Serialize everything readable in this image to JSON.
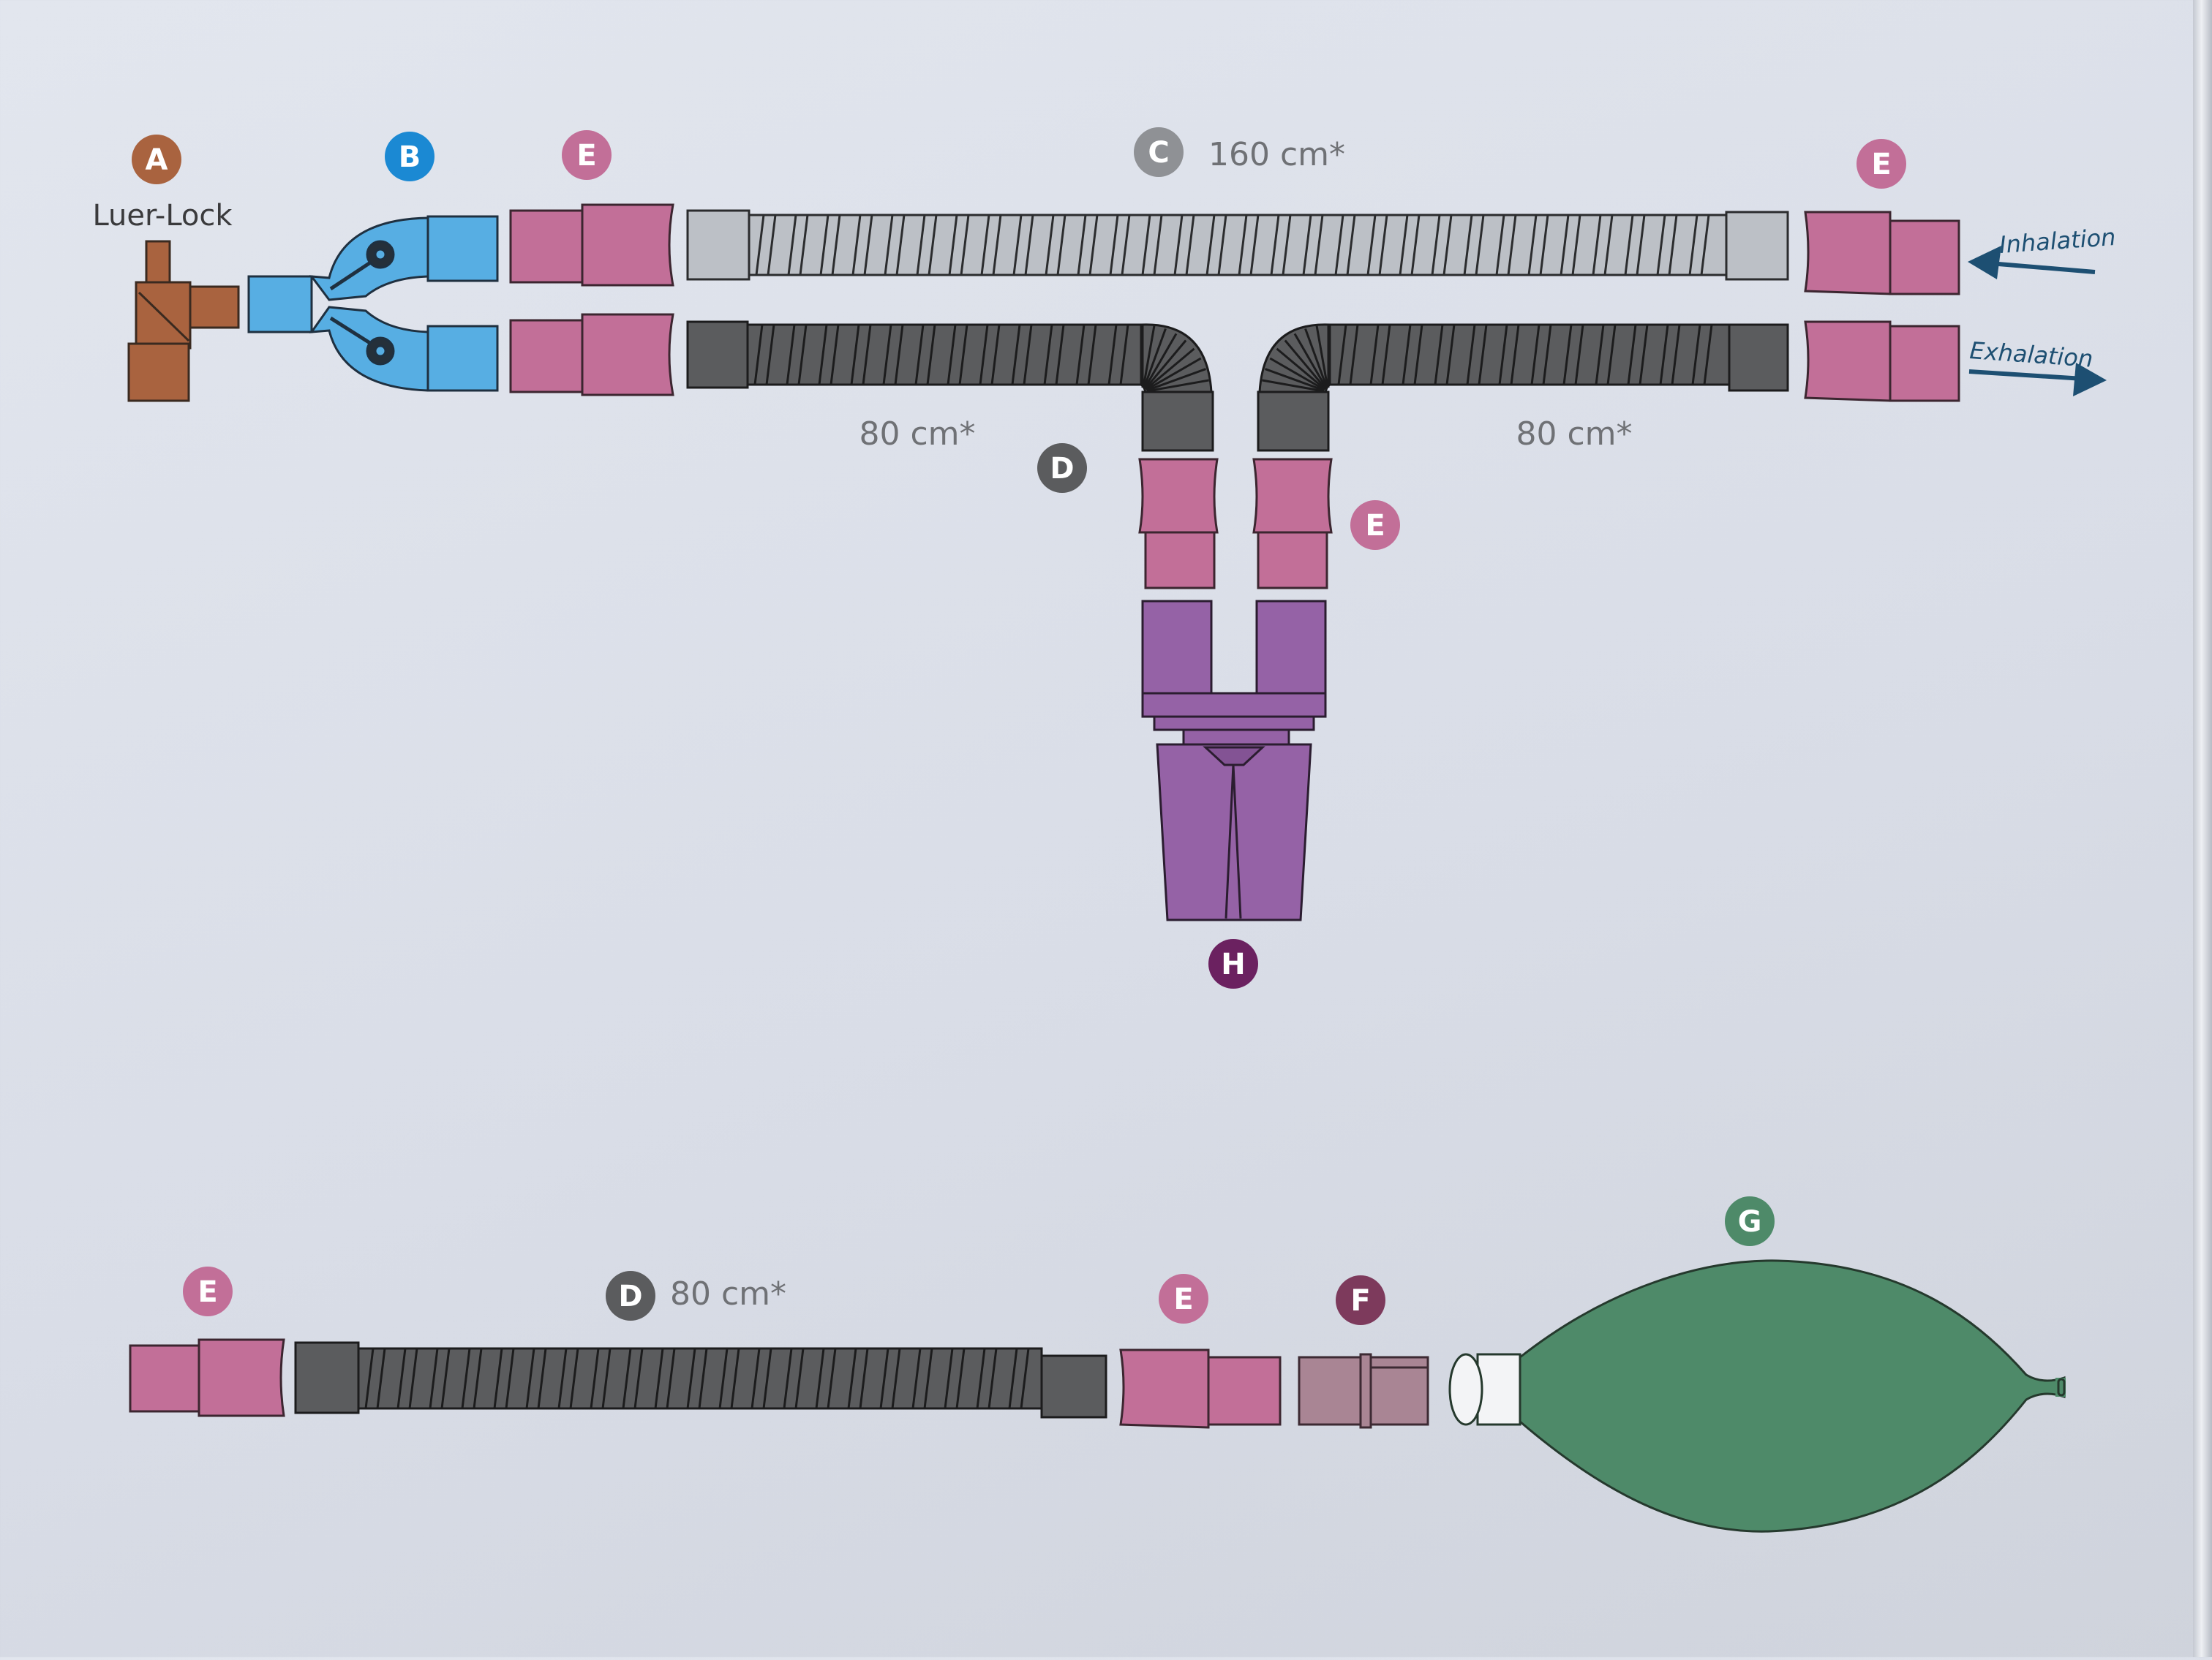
{
  "colors": {
    "background": "#dde1ea",
    "part_a": "#a9633f",
    "part_b": "#57aee3",
    "part_e": "#c26f98",
    "part_c": "#bcc0c6",
    "part_d": "#5b5c5e",
    "part_f": "#a98594",
    "part_g": "#4e8a69",
    "part_h": "#9562a6",
    "arrow": "#1d4f72",
    "label_gray": "#6f7175"
  },
  "labels": {
    "a": "A",
    "b": "B",
    "c": "C",
    "d": "D",
    "e": "E",
    "f": "F",
    "g": "G",
    "h": "H"
  },
  "text": {
    "luer_lock": "Luer-Lock",
    "length_160": "160 cm*",
    "length_80": "80 cm*",
    "inhalation": "Inhalation",
    "exhalation": "Exhalation"
  }
}
